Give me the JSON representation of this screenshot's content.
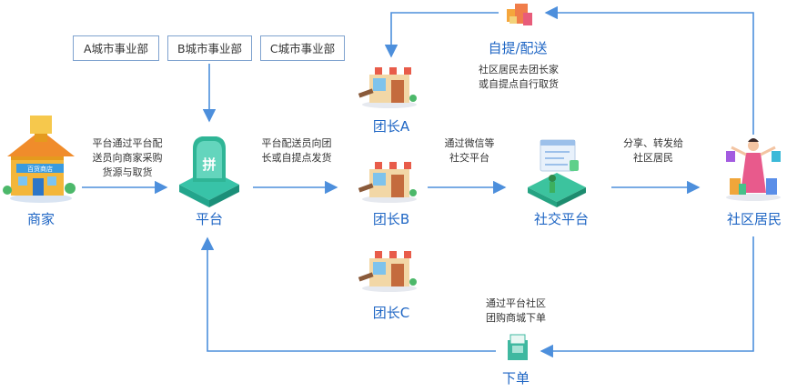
{
  "departments": [
    "A城市事业部",
    "B城市事业部",
    "C城市事业部"
  ],
  "nodes": {
    "merchant": "商家",
    "platform": "平台",
    "leader_a": "团长A",
    "leader_b": "团长B",
    "leader_c": "团长C",
    "social_platform": "社交平台",
    "residents": "社区居民",
    "pickup": "自提/配送",
    "order": "下单"
  },
  "notes": {
    "merchant_to_platform": [
      "平台通过平台配",
      "送员向商家采购",
      "货源与取货"
    ],
    "platform_to_leader": [
      "平台配送员向团",
      "长或自提点发货"
    ],
    "leader_to_social": [
      "通过微信等",
      "社交平台"
    ],
    "social_to_residents": [
      "分享、转发给",
      "社区居民"
    ],
    "pickup_desc": [
      "社区居民去团长家",
      "或自提点自行取货"
    ],
    "order_desc": [
      "通过平台社区",
      "团购商城下单"
    ]
  },
  "icon_badge": "拼",
  "shop_sign": "百货商店",
  "colors": {
    "arrow": "#4d8fdc",
    "label": "#1f66c4",
    "dept_border": "#7fa2cf"
  }
}
